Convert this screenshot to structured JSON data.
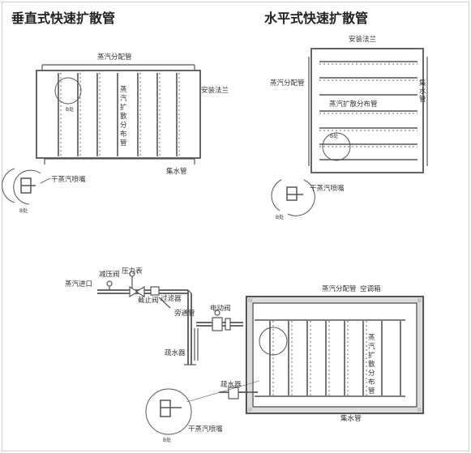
{
  "titles": {
    "vertical": "垂直式快速扩散管",
    "horizontal": "水平式快速扩散管"
  },
  "vertical_diagram": {
    "steam_header": "蒸汽分配管",
    "diffuser": "蒸汽扩散分布管",
    "flange": "安装法兰",
    "drain_header": "集水管",
    "detail_zoom": "B处",
    "nozzle": "干蒸汽喷嘴",
    "detail_label": "B处"
  },
  "horizontal_diagram": {
    "flange": "安装法兰",
    "steam_header": "蒸汽分配管",
    "drain_header": "集水管",
    "diffuser": "蒸汽扩散分布管",
    "detail_zoom": "B处",
    "nozzle": "干蒸汽喷嘴",
    "detail_label": "B处"
  },
  "installation_diagram": {
    "steam_inlet": "蒸汽进口",
    "pressure_reducing_valve": "减压阀",
    "pressure_gauge": "压力表",
    "check_valve": "截止阀",
    "strainer": "过滤器",
    "bypass_pipe": "旁通管",
    "electric_valve": "电动阀",
    "drain_trap_1": "疏水器",
    "drain_trap_2": "疏水器",
    "steam_header": "蒸汽分配管",
    "duct": "空调箱",
    "diffuser": "蒸汽扩散分布管",
    "drain_header": "集水管",
    "nozzle": "干蒸汽喷嘴",
    "detail_label": "B处"
  }
}
